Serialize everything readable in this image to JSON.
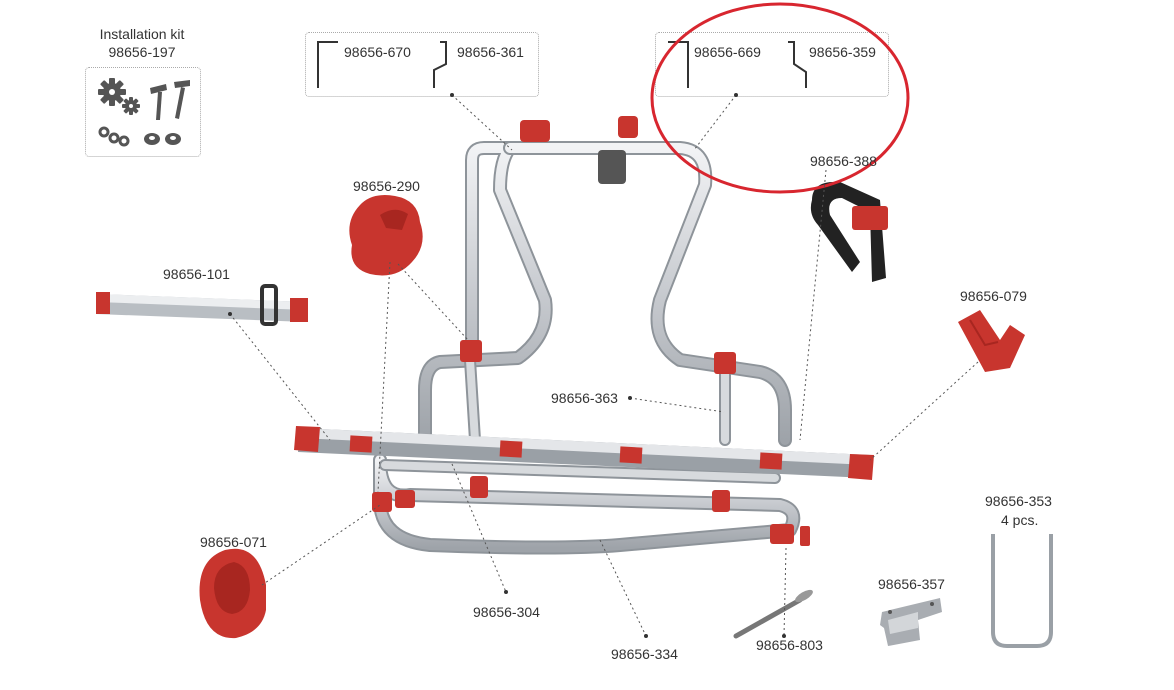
{
  "kit": {
    "title": "Installation kit",
    "part": "98656-197"
  },
  "parts": {
    "p670": "98656-670",
    "p361": "98656-361",
    "p669": "98656-669",
    "p359": "98656-359",
    "p388": "98656-388",
    "p290": "98656-290",
    "p101": "98656-101",
    "p079": "98656-079",
    "p363": "98656-363",
    "p071": "98656-071",
    "p304": "98656-304",
    "p334": "98656-334",
    "p803": "98656-803",
    "p357": "98656-357",
    "p353": "98656-353",
    "p353_qty": "4 pcs."
  },
  "colors": {
    "accent_red": "#d12a2a",
    "part_red": "#c8352e",
    "metal": "#c9ccd0",
    "highlight_circle": "#d8262f",
    "dots": "#555555"
  },
  "icons": [
    "gear-icon",
    "screw-icon",
    "chain-icon",
    "nut-icon"
  ]
}
